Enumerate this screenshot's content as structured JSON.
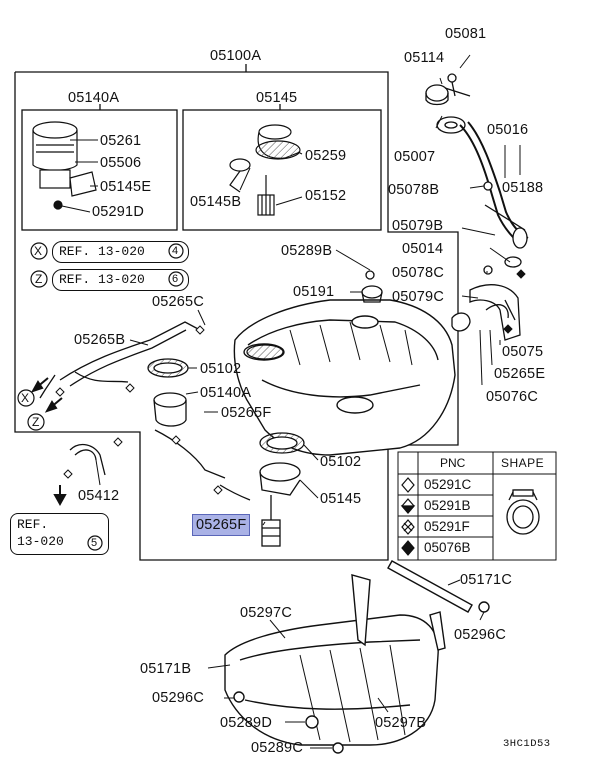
{
  "frame_labels": {
    "assembly": "05100A",
    "pump_assy": "05140A",
    "sender_assy": "05145"
  },
  "callouts": [
    {
      "key": "c05081",
      "text": "05081"
    },
    {
      "key": "c05114",
      "text": "05114"
    },
    {
      "key": "c05016",
      "text": "05016"
    },
    {
      "key": "c05007",
      "text": "05007"
    },
    {
      "key": "c05078B",
      "text": "05078B"
    },
    {
      "key": "c05188",
      "text": "05188"
    },
    {
      "key": "c05079B",
      "text": "05079B"
    },
    {
      "key": "c05014",
      "text": "05014"
    },
    {
      "key": "c05078C",
      "text": "05078C"
    },
    {
      "key": "c05079C",
      "text": "05079C"
    },
    {
      "key": "c05075",
      "text": "05075"
    },
    {
      "key": "c05265E",
      "text": "05265E"
    },
    {
      "key": "c05076C",
      "text": "05076C"
    },
    {
      "key": "c05261",
      "text": "05261"
    },
    {
      "key": "c05506",
      "text": "05506"
    },
    {
      "key": "c05145E",
      "text": "05145E"
    },
    {
      "key": "c05291D",
      "text": "05291D"
    },
    {
      "key": "c05259",
      "text": "05259"
    },
    {
      "key": "c05145B",
      "text": "05145B"
    },
    {
      "key": "c05152",
      "text": "05152"
    },
    {
      "key": "c05289B",
      "text": "05289B"
    },
    {
      "key": "c05191",
      "text": "05191"
    },
    {
      "key": "c05265C",
      "text": "05265C"
    },
    {
      "key": "c05265B",
      "text": "05265B"
    },
    {
      "key": "c05102a",
      "text": "05102"
    },
    {
      "key": "c05140A2",
      "text": "05140A"
    },
    {
      "key": "c05265F2",
      "text": "05265F"
    },
    {
      "key": "c05102b",
      "text": "05102"
    },
    {
      "key": "c05145b2",
      "text": "05145"
    },
    {
      "key": "c05265Fhl",
      "text": "05265F"
    },
    {
      "key": "c05412",
      "text": "05412"
    },
    {
      "key": "c05171C",
      "text": "05171C"
    },
    {
      "key": "c05297C",
      "text": "05297C"
    },
    {
      "key": "c05296C_r",
      "text": "05296C"
    },
    {
      "key": "c05171B",
      "text": "05171B"
    },
    {
      "key": "c05296C_l",
      "text": "05296C"
    },
    {
      "key": "c05289D",
      "text": "05289D"
    },
    {
      "key": "c05297B",
      "text": "05297B"
    },
    {
      "key": "c05289C",
      "text": "05289C"
    }
  ],
  "refs": {
    "x_letter": "X",
    "x_text": "REF. 13-020",
    "x_num": "4",
    "z_letter": "Z",
    "z_text": "REF. 13-020",
    "z_num": "6",
    "arrow_x": "X",
    "arrow_z": "Z",
    "bottom_line1": "REF.",
    "bottom_line2": "13-020",
    "bottom_num": "5"
  },
  "legend": {
    "col_pnc": "PNC",
    "col_shape": "SHAPE",
    "rows": [
      {
        "symbol": "diamond-outline-icon",
        "pnc": "05291C"
      },
      {
        "symbol": "diamond-half-icon",
        "pnc": "05291B"
      },
      {
        "symbol": "diamond-cross-icon",
        "pnc": "05291F"
      },
      {
        "symbol": "diamond-filled-icon",
        "pnc": "05076B"
      }
    ]
  },
  "image_code": "3HC1D53",
  "colors": {
    "highlight": "#aab2e6",
    "ink": "#111111"
  }
}
